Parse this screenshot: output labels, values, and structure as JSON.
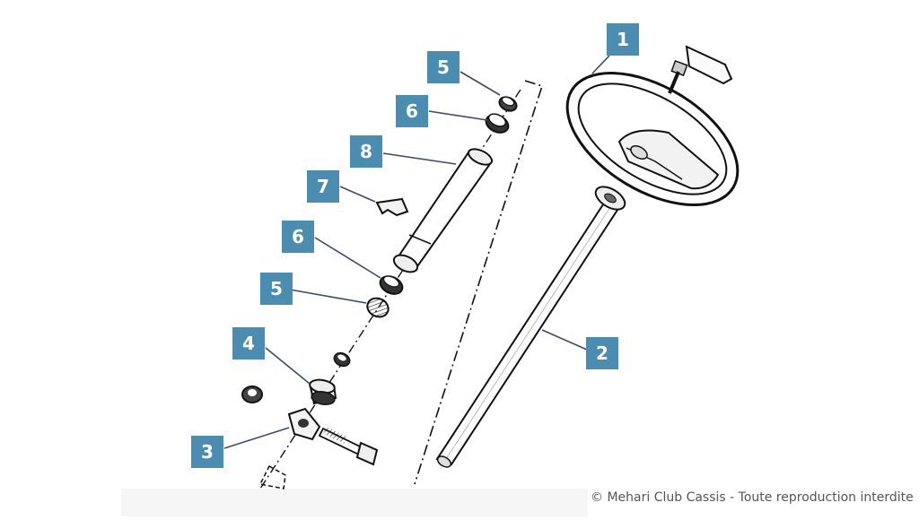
{
  "callouts": [
    {
      "id": "c1",
      "label": "1"
    },
    {
      "id": "c2",
      "label": "2"
    },
    {
      "id": "c3",
      "label": "3"
    },
    {
      "id": "c4",
      "label": "4"
    },
    {
      "id": "c5a",
      "label": "5"
    },
    {
      "id": "c5b",
      "label": "5"
    },
    {
      "id": "c6a",
      "label": "6"
    },
    {
      "id": "c6b",
      "label": "6"
    },
    {
      "id": "c7",
      "label": "7"
    },
    {
      "id": "c8",
      "label": "8"
    }
  ],
  "copyright": "© Mehari Club Cassis  - Toute reproduction interdite",
  "colors": {
    "callout_bg": "#4b8db0",
    "leader": "#3a4a6a",
    "line_art": "#111111"
  }
}
